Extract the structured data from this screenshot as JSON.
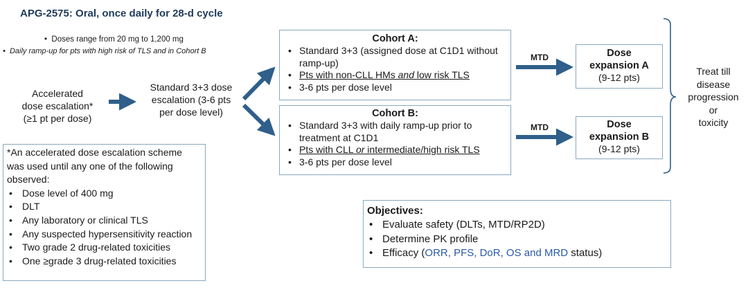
{
  "header": {
    "title": "APG-2575: Oral, once daily for 28-d cycle",
    "note_doses": "Doses range from 20 mg to 1,200 mg",
    "note_rampup": "Daily ramp-up for pts with high risk of TLS and in Cohort B"
  },
  "flow": {
    "accelerated": [
      "Accelerated",
      "dose escalation*",
      "(≥1 pt per dose)"
    ],
    "standard": [
      "Standard 3+3 dose",
      "escalation (3-6 pts",
      "per dose level)"
    ]
  },
  "cohort_a": {
    "title": "Cohort A:",
    "items": [
      "Standard 3+3 (assigned dose at C1D1 without ramp-up)",
      "3-6 pts per dose level"
    ],
    "u_item": {
      "pre": "Pts with non-CLL HMs ",
      "em": "and",
      "post": " low risk TLS"
    }
  },
  "cohort_b": {
    "title": "Cohort B:",
    "items": [
      "Standard 3+3 with daily ramp-up prior to treatment at C1D1",
      "3-6 pts per dose level"
    ],
    "u_item": {
      "pre": "Pts with CLL ",
      "em": "or",
      "post": " intermediate/high risk TLS"
    }
  },
  "mtd_label": "MTD",
  "expansion_a": {
    "title_l1": "Dose",
    "title_l2": "expansion A",
    "sub": "(9-12 pts)"
  },
  "expansion_b": {
    "title_l1": "Dose",
    "title_l2": "expansion B",
    "sub": "(9-12 pts)"
  },
  "treat": [
    "Treat till",
    "disease",
    "progression",
    "or",
    "toxicity"
  ],
  "footnote": {
    "intro": "*An accelerated dose escalation scheme was used until any one of the following observed:",
    "items": [
      "Dose level of 400 mg",
      "DLT",
      "Any laboratory or clinical TLS",
      "Any suspected hypersensitivity reaction",
      "Two grade 2 drug-related toxicities",
      "One ≥grade 3 drug-related toxicities"
    ]
  },
  "objectives": {
    "title": "Objectives:",
    "item1": "Evaluate safety (DLTs, MTD/RP2D)",
    "item2": "Determine PK profile",
    "item3_pre": "Efficacy (",
    "item3_hl": "ORR, PFS, DoR, OS and MRD",
    "item3_post": " status)"
  },
  "colors": {
    "arrow": "#2f5f8a",
    "box_border": "#8aa8bf",
    "accent_text": "#2a5aa8",
    "title": "#1f3a5a"
  }
}
